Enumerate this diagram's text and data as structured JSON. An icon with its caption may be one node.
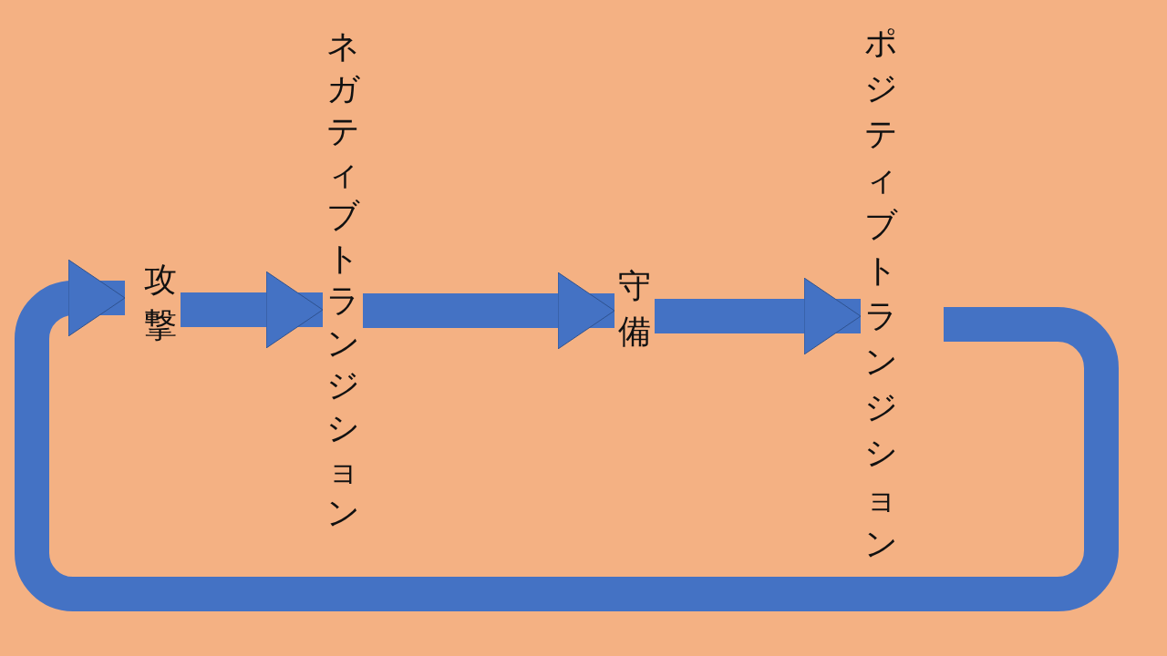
{
  "diagram": {
    "nodes": [
      {
        "text": [
          "攻撃"
        ]
      },
      {
        "text": [
          "ネガティブトランジション"
        ]
      },
      {
        "text": [
          "守備"
        ]
      },
      {
        "text": [
          "ポジティブトランジション"
        ]
      }
    ],
    "edges": [
      {
        "from": 0,
        "to": 1,
        "arrow": "to"
      },
      {
        "from": 1,
        "to": 2,
        "arrow": "to"
      },
      {
        "from": 2,
        "to": 3,
        "arrow": "to"
      },
      {
        "from": 3,
        "to": 0,
        "arrow": "to"
      }
    ]
  }
}
